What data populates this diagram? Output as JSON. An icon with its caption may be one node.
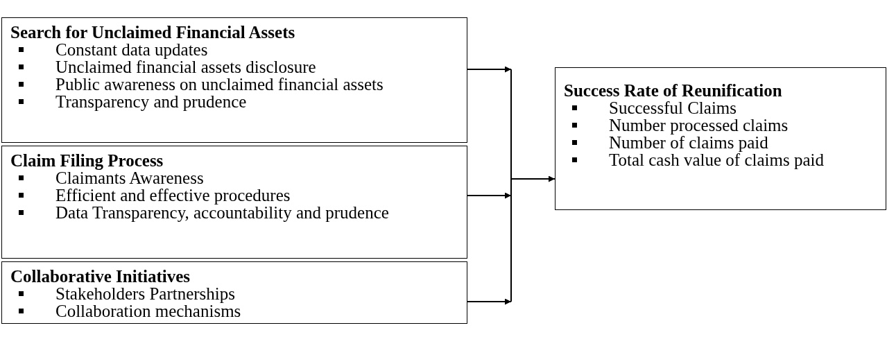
{
  "diagram": {
    "nodes": [
      {
        "text": [
          "Search for Unclaimed Financial Assets",
          "Constant data updates",
          "Unclaimed financial assets disclosure",
          "Public awareness on unclaimed financial assets",
          "Transparency and prudence"
        ]
      },
      {
        "text": [
          "Claim Filing Process",
          "Claimants Awareness",
          "Efficient and effective procedures",
          "Data Transparency, accountability and prudence"
        ]
      },
      {
        "text": [
          "Collaborative Initiatives",
          "Stakeholders Partnerships",
          "Collaboration mechanisms"
        ]
      },
      {
        "text": [
          "Success Rate of Reunification",
          "Successful Claims",
          "Number processed claims",
          "Number of claims paid",
          "Total cash value of claims paid"
        ]
      }
    ],
    "edges": [
      {
        "from": 0,
        "to": 3,
        "arrow": "to"
      },
      {
        "from": 1,
        "to": 3,
        "arrow": "to"
      },
      {
        "from": 2,
        "to": 3,
        "arrow": "to"
      }
    ]
  }
}
